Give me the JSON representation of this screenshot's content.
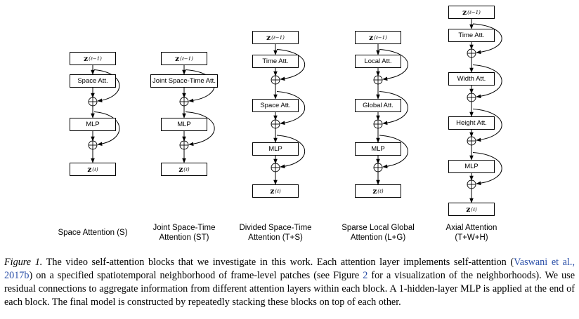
{
  "z_in": {
    "letter": "z",
    "sup": "(ℓ−1)"
  },
  "z_out": {
    "letter": "z",
    "sup": "(ℓ)"
  },
  "columns": [
    {
      "blocks": [
        "Space Att.",
        "MLP"
      ],
      "caption": [
        "Space Attention (S)"
      ]
    },
    {
      "blocks": [
        "Joint Space-Time Att.",
        "MLP"
      ],
      "caption": [
        "Joint Space-Time",
        "Attention (ST)"
      ]
    },
    {
      "blocks": [
        "Time Att.",
        "Space Att.",
        "MLP"
      ],
      "caption": [
        "Divided Space-Time",
        "Attention (T+S)"
      ]
    },
    {
      "blocks": [
        "Local Att.",
        "Global Att.",
        "MLP"
      ],
      "caption": [
        "Sparse Local Global",
        "Attention (L+G)"
      ]
    },
    {
      "blocks": [
        "Time Att.",
        "Width Att.",
        "Height Att.",
        "MLP"
      ],
      "caption": [
        "Axial Attention",
        "(T+W+H)"
      ]
    }
  ],
  "caption": {
    "label": "Figure 1.",
    "text1": " The video self-attention blocks that we investigate in this work. Each attention layer implements self-attention (",
    "cite1": "Vaswani et al., 2017b",
    "text2": ") on a specified spatiotemporal neighborhood of frame-level patches (see Figure ",
    "cite2": "2",
    "text3": " for a visualization of the neighborhoods). We use residual connections to aggregate information from different attention layers within each block. A 1-hidden-layer MLP is applied at the end of each block. The final model is constructed by repeatedly stacking these blocks on top of each other."
  }
}
